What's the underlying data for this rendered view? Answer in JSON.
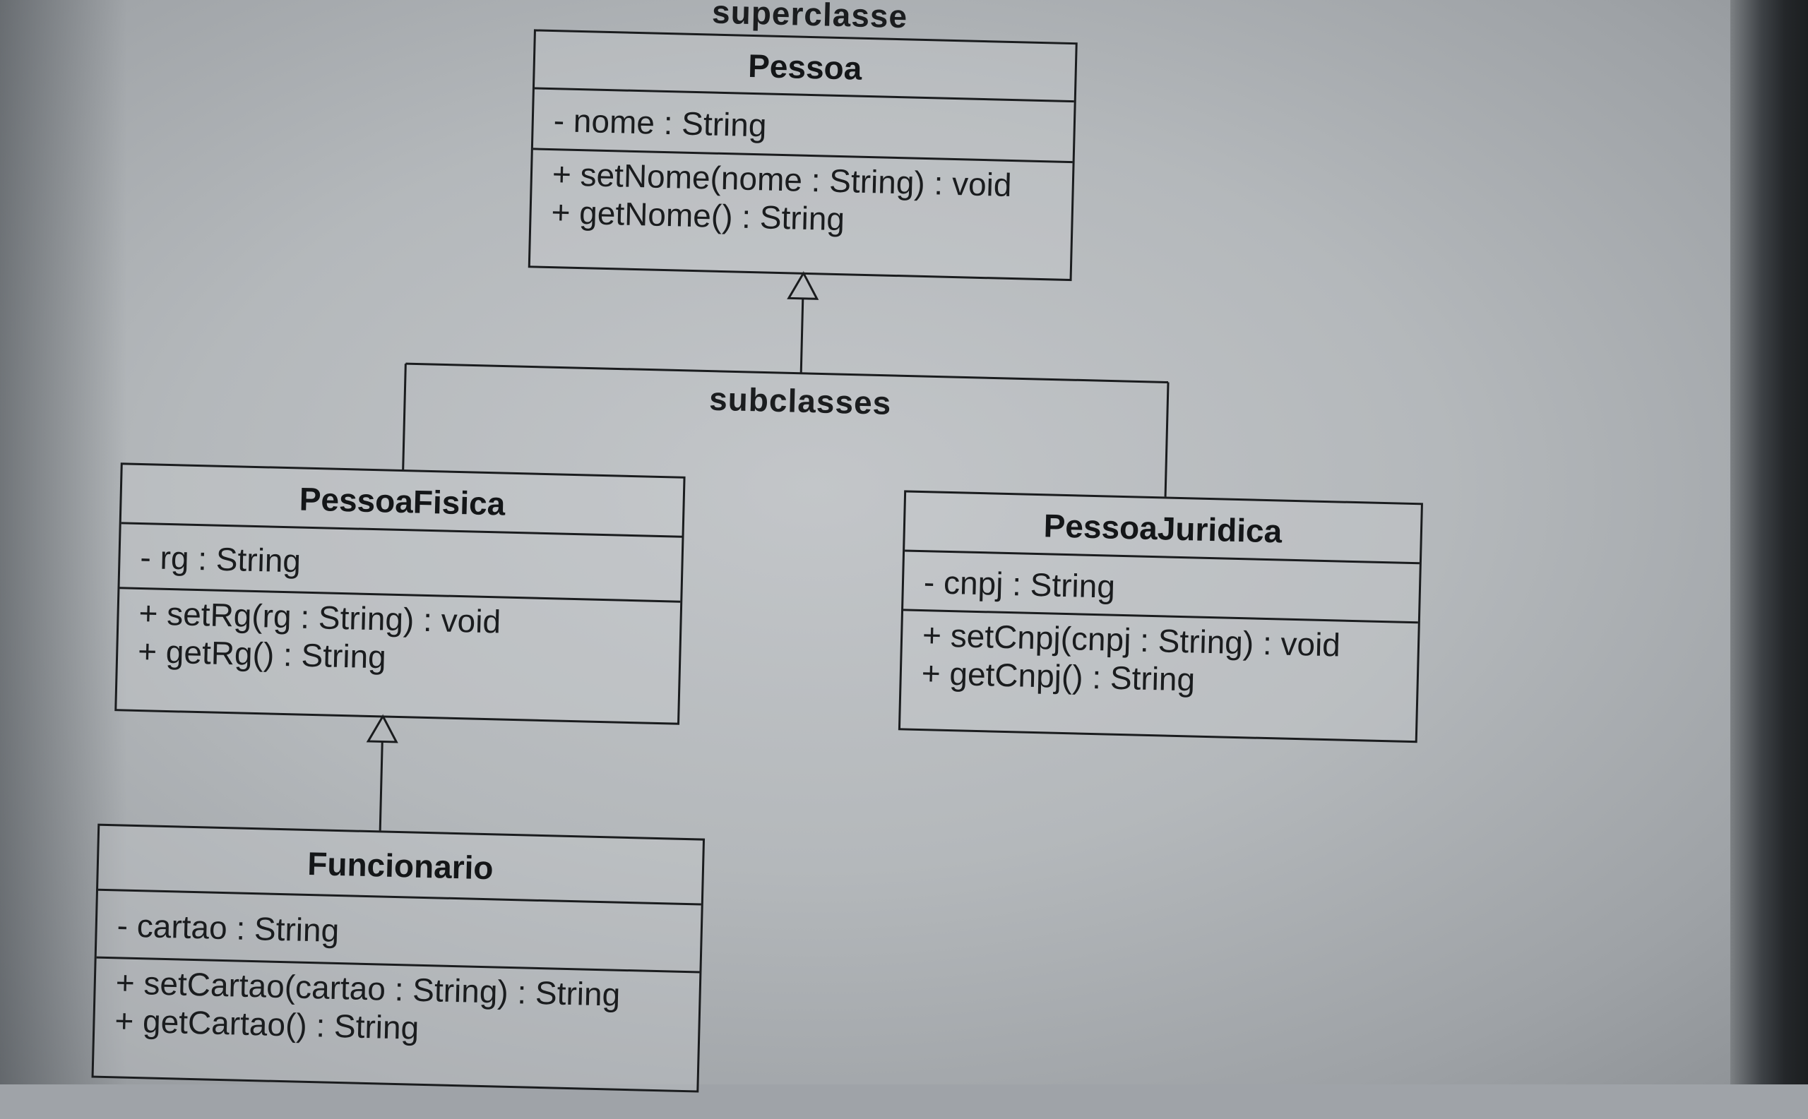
{
  "labels": {
    "superclass": "superclasse",
    "subclasses": "subclasses"
  },
  "classes": {
    "pessoa": {
      "name": "Pessoa",
      "attributes": [
        "- nome : String"
      ],
      "operations": [
        "+ setNome(nome : String) : void",
        "+ getNome() : String"
      ]
    },
    "pessoa_fisica": {
      "name": "PessoaFisica",
      "attributes": [
        "- rg : String"
      ],
      "operations": [
        "+ setRg(rg : String) : void",
        "+ getRg() : String"
      ]
    },
    "pessoa_juridica": {
      "name": "PessoaJuridica",
      "attributes": [
        "- cnpj : String"
      ],
      "operations": [
        "+ setCnpj(cnpj : String) : void",
        "+ getCnpj() : String"
      ]
    },
    "funcionario": {
      "name": "Funcionario",
      "attributes": [
        "- cartao : String"
      ],
      "operations": [
        "+ setCartao(cartao : String) : String",
        "+ getCartao() : String"
      ]
    }
  },
  "relations": [
    {
      "type": "generalization",
      "from": "PessoaFisica",
      "to": "Pessoa"
    },
    {
      "type": "generalization",
      "from": "PessoaJuridica",
      "to": "Pessoa"
    },
    {
      "type": "generalization",
      "from": "Funcionario",
      "to": "PessoaFisica"
    }
  ],
  "colors": {
    "ink": "#1a1c1e",
    "paper": "#b8bcbf"
  }
}
